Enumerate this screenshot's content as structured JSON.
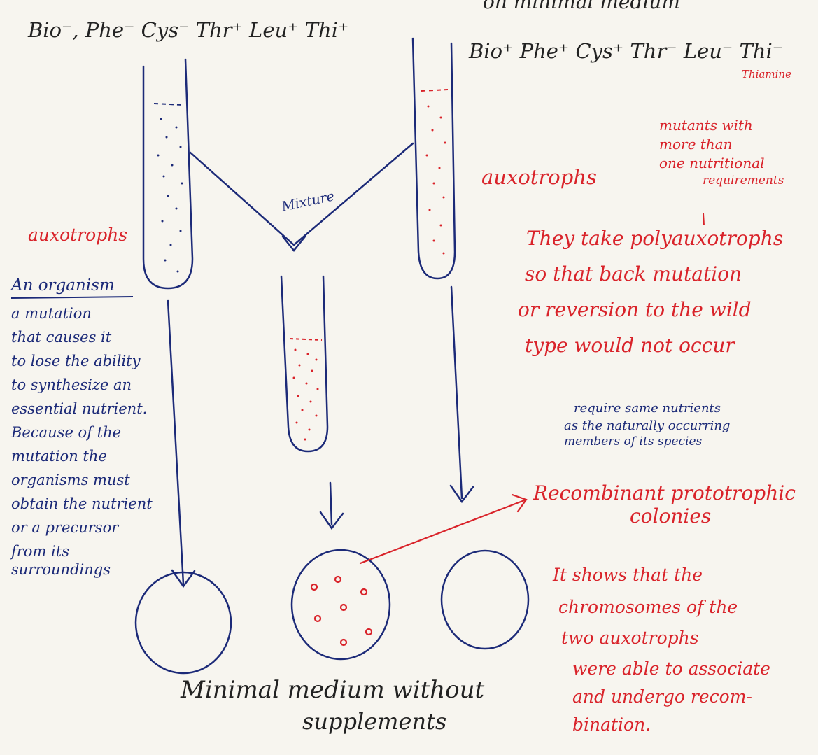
{
  "colors": {
    "paper": "#f7f5ef",
    "blue_ink": "#1c2a78",
    "red_ink": "#d9232a",
    "black_ink": "#222222"
  },
  "header": {
    "top_right_partial": "on minimal medium",
    "left_strain_genotype": "Bio⁻, Phe⁻ Cys⁻ Thr⁺ Leu⁺ Thi⁺",
    "right_strain_genotype": "Bio⁺ Phe⁺ Cys⁺ Thr⁻ Leu⁻ Thi⁻",
    "thiamine_note": "Thiamine"
  },
  "diagram": {
    "mixture_label": "Mixture",
    "bottom_caption_line1": "Minimal medium without",
    "bottom_caption_line2": "supplements"
  },
  "left_notes": {
    "auxotrophs_label": "auxotrophs",
    "heading": "An organism",
    "lines": [
      "a mutation",
      "that causes it",
      "to lose the ability",
      "to synthesize an",
      "essential nutrient.",
      "Because of the",
      "mutation the",
      "organisms must",
      "obtain the nutrient",
      "or a precursor",
      "from its",
      "surroundings"
    ]
  },
  "right_notes": {
    "auxotrophs_label": "auxotrophs",
    "mutants_lines": [
      "mutants with",
      "more than",
      "one nutritional",
      "requirements"
    ],
    "polyauxotroph_lines": [
      "They take polyauxotrophs",
      "so that back mutation",
      "or reversion to the wild",
      "type would not occur"
    ],
    "prototroph_def_lines": [
      "require same nutrients",
      "as the naturally occurring",
      "members of its species"
    ],
    "recombinant_label": "Recombinant prototrophic",
    "colonies_label": "colonies",
    "conclusion_lines": [
      "It shows that the",
      "chromosomes of the",
      "two auxotrophs",
      "were able to associate",
      "and undergo recom-",
      "bination."
    ]
  }
}
